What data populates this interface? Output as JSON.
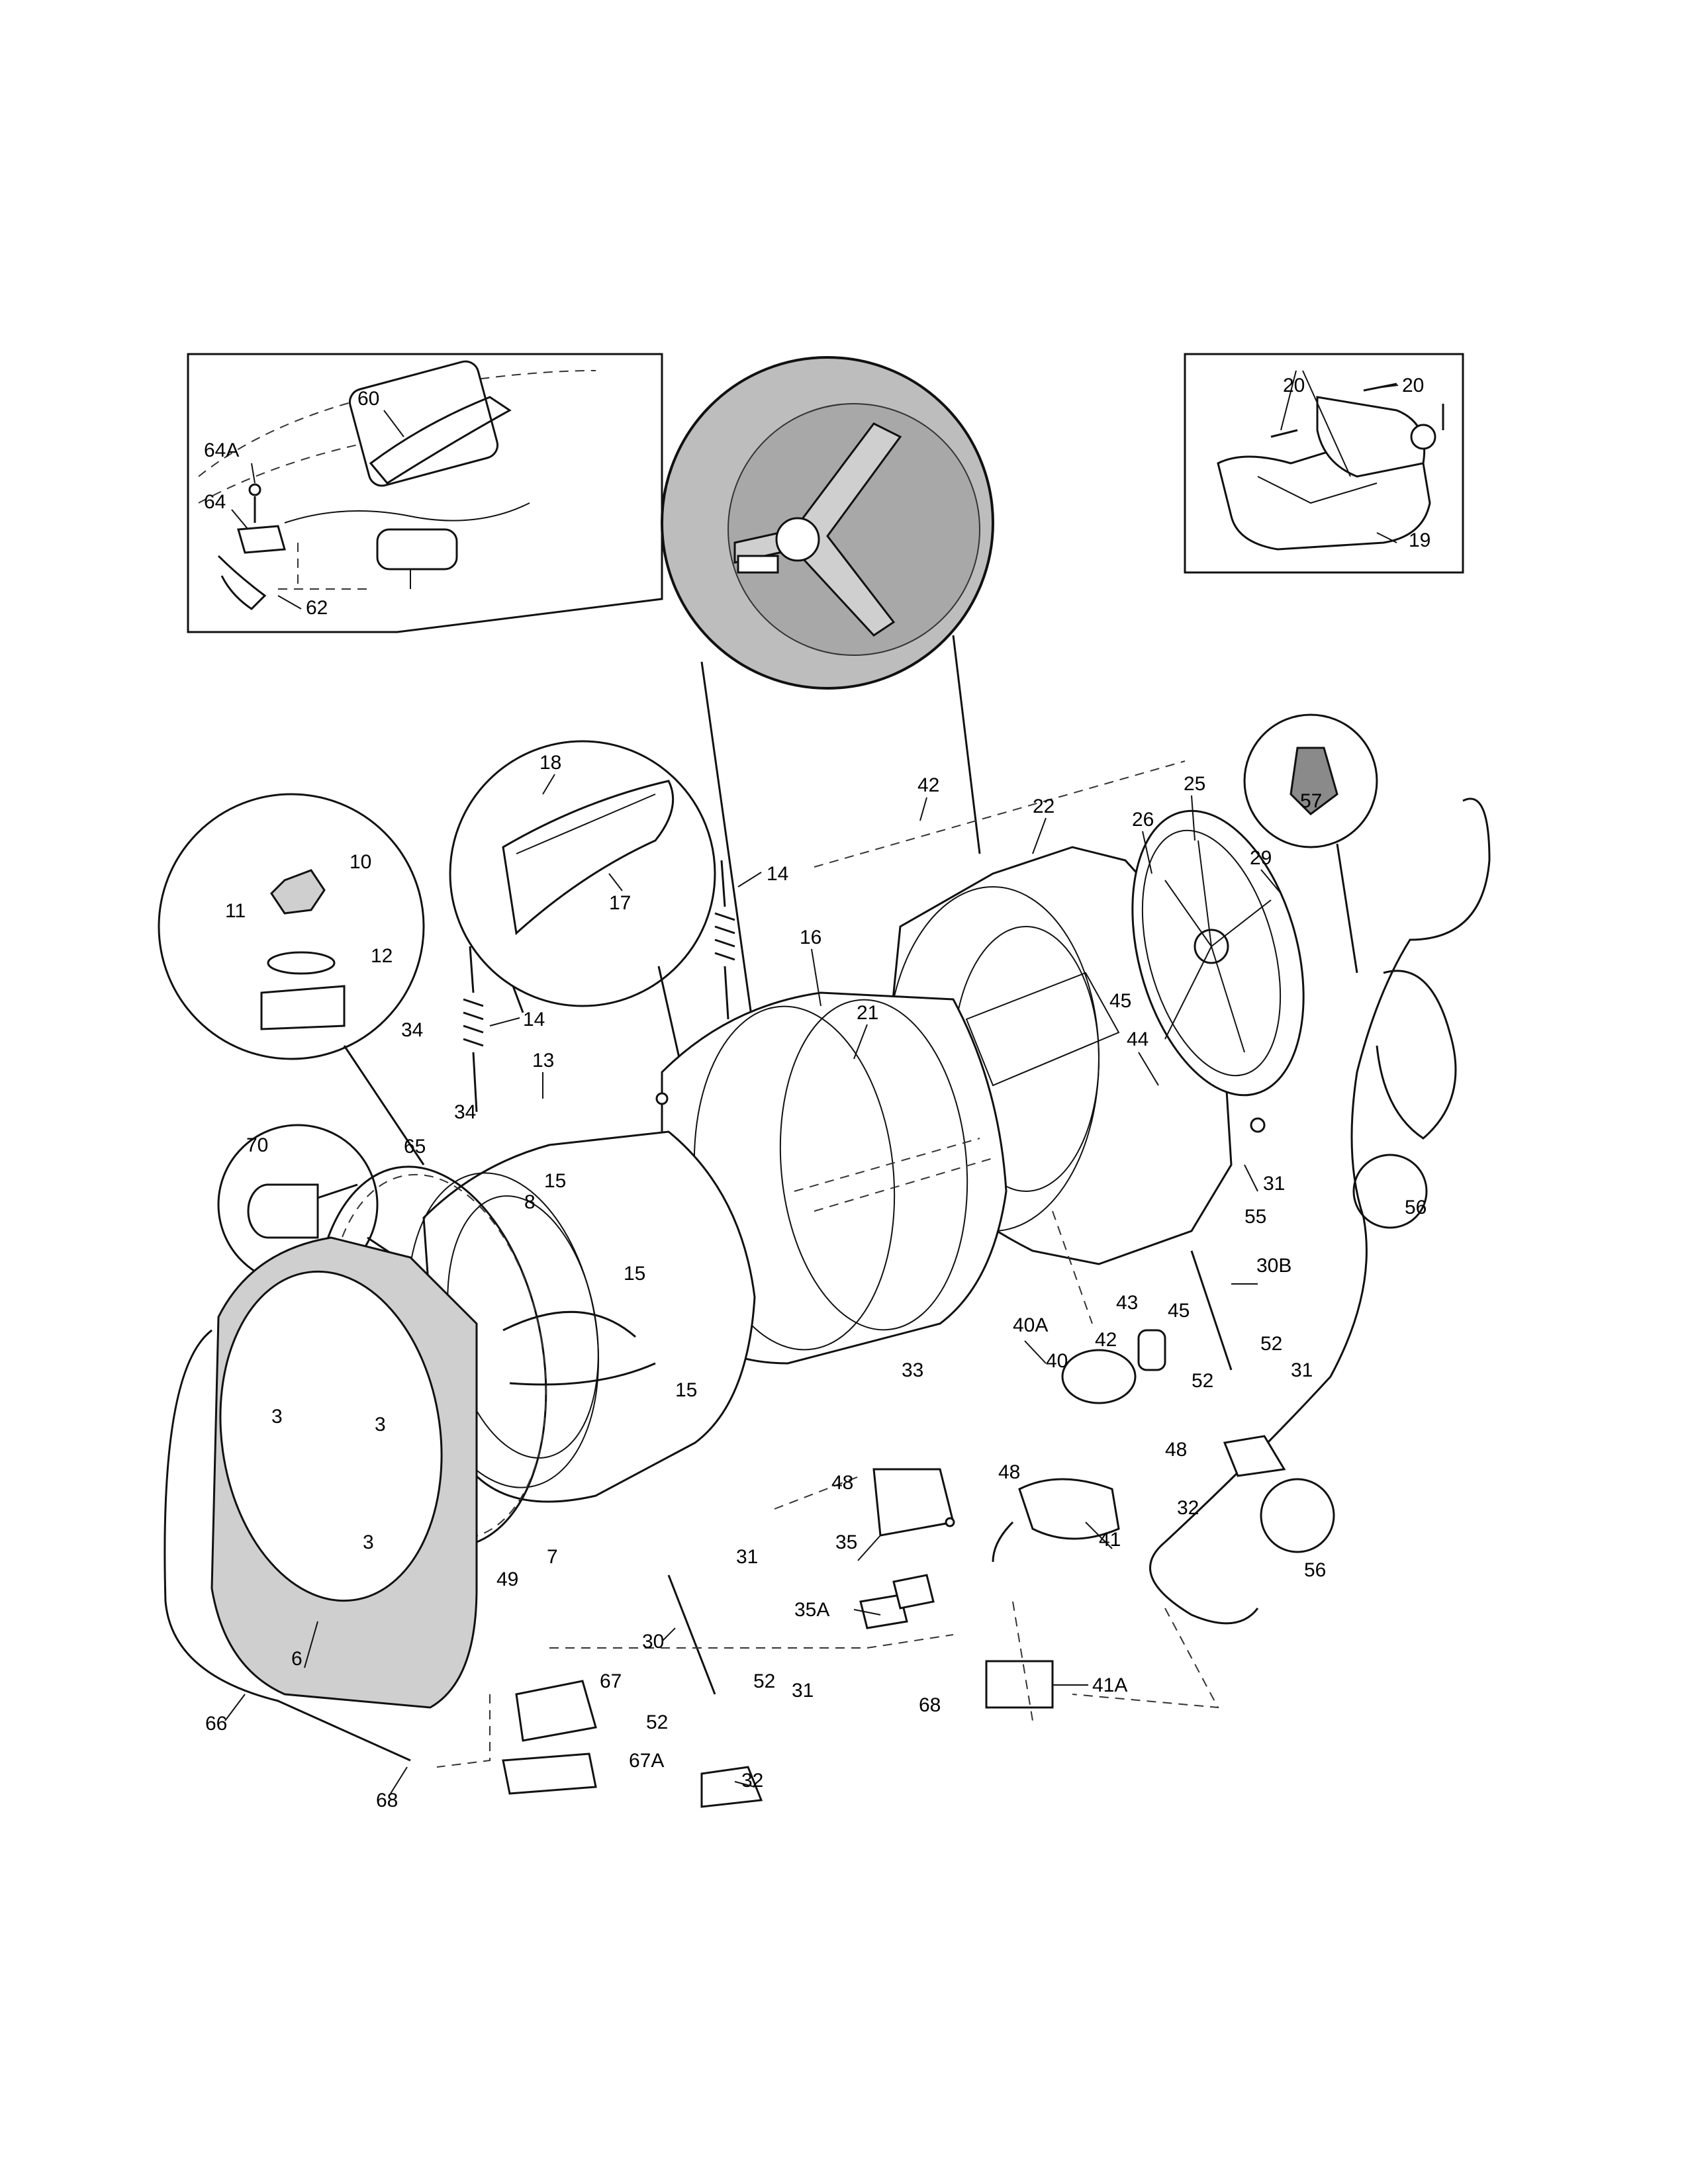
{
  "colors": {
    "ink": "#111111",
    "shade": "#cfcfcf",
    "dark_shade": "#8a8a8a",
    "paper": "#ffffff"
  },
  "labels": [
    {
      "id": "60",
      "text": "60"
    },
    {
      "id": "64A",
      "text": "64A"
    },
    {
      "id": "64",
      "text": "64"
    },
    {
      "id": "62",
      "text": "62"
    },
    {
      "id": "20a",
      "text": "20"
    },
    {
      "id": "20b",
      "text": "20"
    },
    {
      "id": "19",
      "text": "19"
    },
    {
      "id": "18",
      "text": "18"
    },
    {
      "id": "17",
      "text": "17"
    },
    {
      "id": "14a",
      "text": "14"
    },
    {
      "id": "14b",
      "text": "14"
    },
    {
      "id": "42a",
      "text": "42"
    },
    {
      "id": "22",
      "text": "22"
    },
    {
      "id": "26",
      "text": "26"
    },
    {
      "id": "25",
      "text": "25"
    },
    {
      "id": "29",
      "text": "29"
    },
    {
      "id": "57",
      "text": "57"
    },
    {
      "id": "10",
      "text": "10"
    },
    {
      "id": "11",
      "text": "11"
    },
    {
      "id": "12",
      "text": "12"
    },
    {
      "id": "16",
      "text": "16"
    },
    {
      "id": "21",
      "text": "21"
    },
    {
      "id": "45a",
      "text": "45"
    },
    {
      "id": "44",
      "text": "44"
    },
    {
      "id": "34a",
      "text": "34"
    },
    {
      "id": "34b",
      "text": "34"
    },
    {
      "id": "65",
      "text": "65"
    },
    {
      "id": "13",
      "text": "13"
    },
    {
      "id": "15a",
      "text": "15"
    },
    {
      "id": "15b",
      "text": "15"
    },
    {
      "id": "15c",
      "text": "15"
    },
    {
      "id": "70",
      "text": "70"
    },
    {
      "id": "8",
      "text": "8"
    },
    {
      "id": "31a",
      "text": "31"
    },
    {
      "id": "56a",
      "text": "56"
    },
    {
      "id": "55",
      "text": "55"
    },
    {
      "id": "30B",
      "text": "30B"
    },
    {
      "id": "43",
      "text": "43"
    },
    {
      "id": "45b",
      "text": "45"
    },
    {
      "id": "40A",
      "text": "40A"
    },
    {
      "id": "40",
      "text": "40"
    },
    {
      "id": "42b",
      "text": "42"
    },
    {
      "id": "52a",
      "text": "52"
    },
    {
      "id": "52b",
      "text": "52"
    },
    {
      "id": "31b",
      "text": "31"
    },
    {
      "id": "33",
      "text": "33"
    },
    {
      "id": "48a",
      "text": "48"
    },
    {
      "id": "48b",
      "text": "48"
    },
    {
      "id": "48c",
      "text": "48"
    },
    {
      "id": "32a",
      "text": "32"
    },
    {
      "id": "3a",
      "text": "3"
    },
    {
      "id": "3b",
      "text": "3"
    },
    {
      "id": "3c",
      "text": "3"
    },
    {
      "id": "35",
      "text": "35"
    },
    {
      "id": "41",
      "text": "41"
    },
    {
      "id": "7",
      "text": "7"
    },
    {
      "id": "49",
      "text": "49"
    },
    {
      "id": "31c",
      "text": "31"
    },
    {
      "id": "56b",
      "text": "56"
    },
    {
      "id": "6",
      "text": "6"
    },
    {
      "id": "35A",
      "text": "35A"
    },
    {
      "id": "30",
      "text": "30"
    },
    {
      "id": "68a",
      "text": "68"
    },
    {
      "id": "41A",
      "text": "41A"
    },
    {
      "id": "67",
      "text": "67"
    },
    {
      "id": "52c",
      "text": "52"
    },
    {
      "id": "31d",
      "text": "31"
    },
    {
      "id": "52d",
      "text": "52"
    },
    {
      "id": "66",
      "text": "66"
    },
    {
      "id": "67A",
      "text": "67A"
    },
    {
      "id": "32b",
      "text": "32"
    },
    {
      "id": "68b",
      "text": "68"
    }
  ]
}
